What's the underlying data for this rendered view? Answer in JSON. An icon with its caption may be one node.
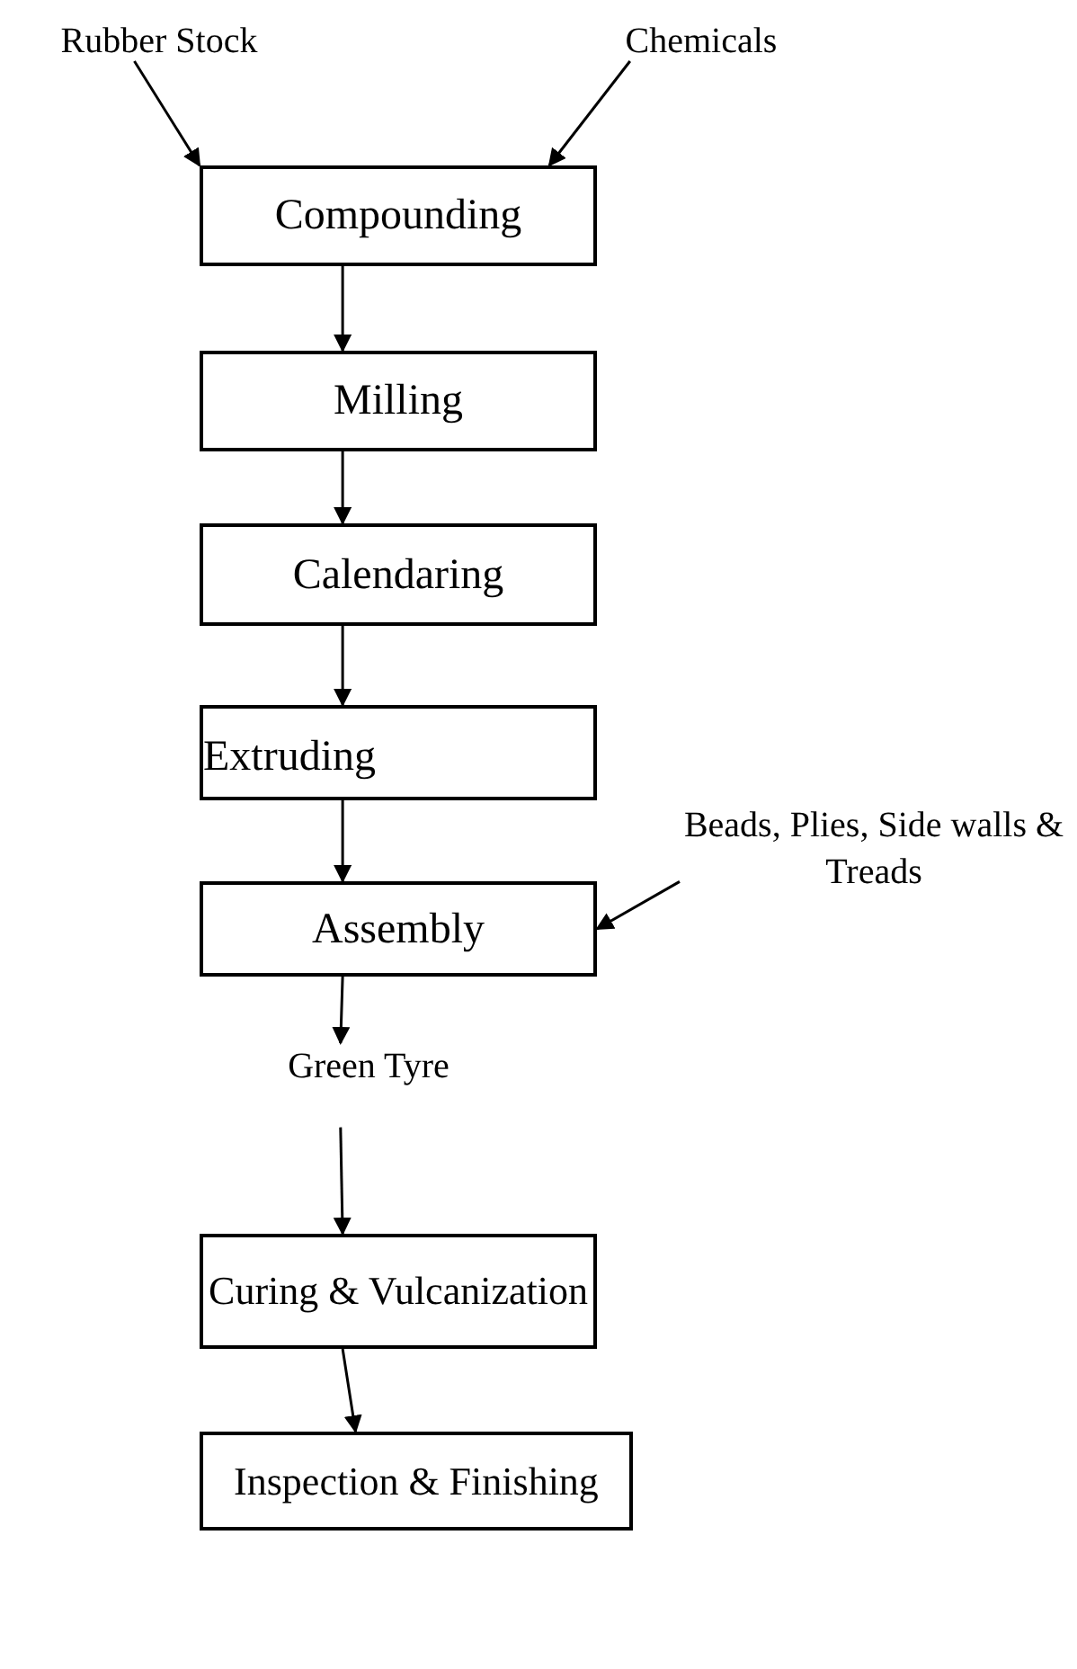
{
  "diagram": {
    "nodes": [
      {
        "text": [
          "Rubber Stock"
        ]
      },
      {
        "text": [
          "Chemicals"
        ]
      },
      {
        "text": [
          "Compounding"
        ]
      },
      {
        "text": [
          "Milling"
        ]
      },
      {
        "text": [
          "Calendaring"
        ]
      },
      {
        "text": [
          "Extruding"
        ]
      },
      {
        "text": [
          "Beads, Plies, Side walls & Treads"
        ]
      },
      {
        "text": [
          "Assembly"
        ]
      },
      {
        "text": [
          "Green Tyre"
        ]
      },
      {
        "text": [
          "Curing & Vulcanization"
        ]
      },
      {
        "text": [
          "Inspection & Finishing"
        ]
      }
    ],
    "edges": [
      {
        "from": 0,
        "to": 2,
        "arrow": "to"
      },
      {
        "from": 1,
        "to": 2,
        "arrow": "to"
      },
      {
        "from": 2,
        "to": 3,
        "arrow": "to"
      },
      {
        "from": 3,
        "to": 4,
        "arrow": "to"
      },
      {
        "from": 4,
        "to": 5,
        "arrow": "to"
      },
      {
        "from": 5,
        "to": 7,
        "arrow": "to"
      },
      {
        "from": 6,
        "to": 7,
        "arrow": "to"
      },
      {
        "from": 7,
        "to": 8,
        "arrow": "to"
      },
      {
        "from": 8,
        "to": 9,
        "arrow": "to"
      },
      {
        "from": 9,
        "to": 10,
        "arrow": "to"
      }
    ]
  }
}
